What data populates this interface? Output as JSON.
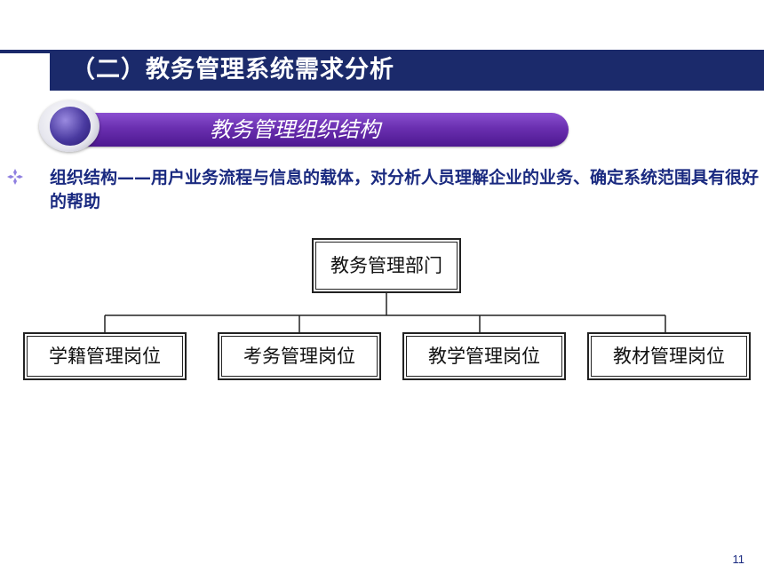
{
  "header": {
    "title": "（二）教务管理系统需求分析"
  },
  "section": {
    "subtitle": "教务管理组织结构"
  },
  "bullet": {
    "text": "组织结构——用户业务流程与信息的载体，对分析人员理解企业的业务、确定系统范围具有很好的帮助"
  },
  "org_chart": {
    "root": "教务管理部门",
    "children": [
      "学籍管理岗位",
      "考务管理岗位",
      "教学管理岗位",
      "教材管理岗位"
    ]
  },
  "footer": {
    "page_number": "11"
  },
  "colors": {
    "title_band": "#1b2a6b",
    "pill": "#6a2fb0",
    "text_blue": "#1a2a80"
  }
}
